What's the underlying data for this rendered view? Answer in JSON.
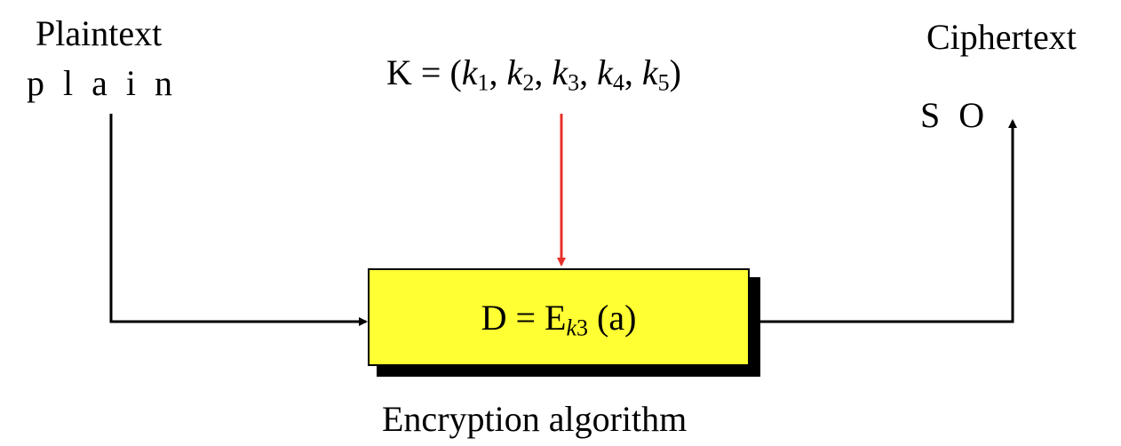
{
  "plaintext": {
    "title": "Plaintext",
    "letters": "plain"
  },
  "ciphertext": {
    "title": "Ciphertext",
    "letters": "SO"
  },
  "key": {
    "name": "K",
    "equals": " = (",
    "items": [
      {
        "letter": "k",
        "sub": "1"
      },
      {
        "letter": "k",
        "sub": "2"
      },
      {
        "letter": "k",
        "sub": "3"
      },
      {
        "letter": "k",
        "sub": "4"
      },
      {
        "letter": "k",
        "sub": "5"
      }
    ],
    "close": ")"
  },
  "encryption_box": {
    "lhs": "D = E",
    "sub_letter": "k",
    "sub_index": "3",
    "arg": " (a)",
    "caption": "Encryption algorithm"
  },
  "colors": {
    "box_fill": "#ffff33",
    "key_arrow": "#e8302a",
    "line": "#000000"
  }
}
